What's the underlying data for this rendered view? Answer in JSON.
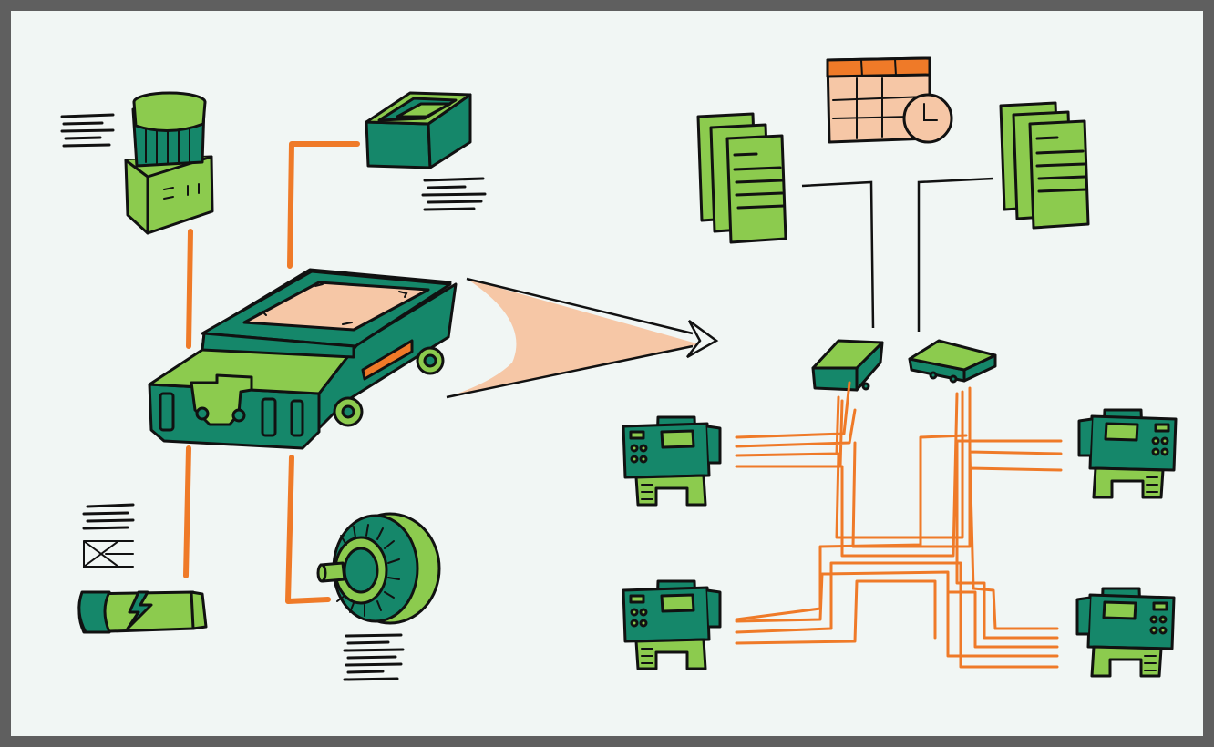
{
  "scene": {
    "colors": {
      "frame": "#5f5f5f",
      "background": "#f1f6f4",
      "dark_green": "#15876a",
      "light_green": "#8ccb4e",
      "peach": "#f6c7a6",
      "orange": "#ef7a28",
      "outline": "#111111"
    },
    "left_group": {
      "vehicle": "automated-guided-vehicle",
      "components": [
        "lidar-sensor",
        "storage-bin",
        "battery",
        "electric-motor"
      ]
    },
    "right_group": {
      "schedule": "calendar-with-clock",
      "documents": [
        "order-documents-left",
        "order-documents-right"
      ],
      "hubs": [
        "network-hub-left",
        "network-hub-right"
      ],
      "stations": [
        "machine-station-top-left",
        "machine-station-top-right",
        "machine-station-bottom-left",
        "machine-station-bottom-right"
      ]
    },
    "connector": "process-arrow"
  }
}
